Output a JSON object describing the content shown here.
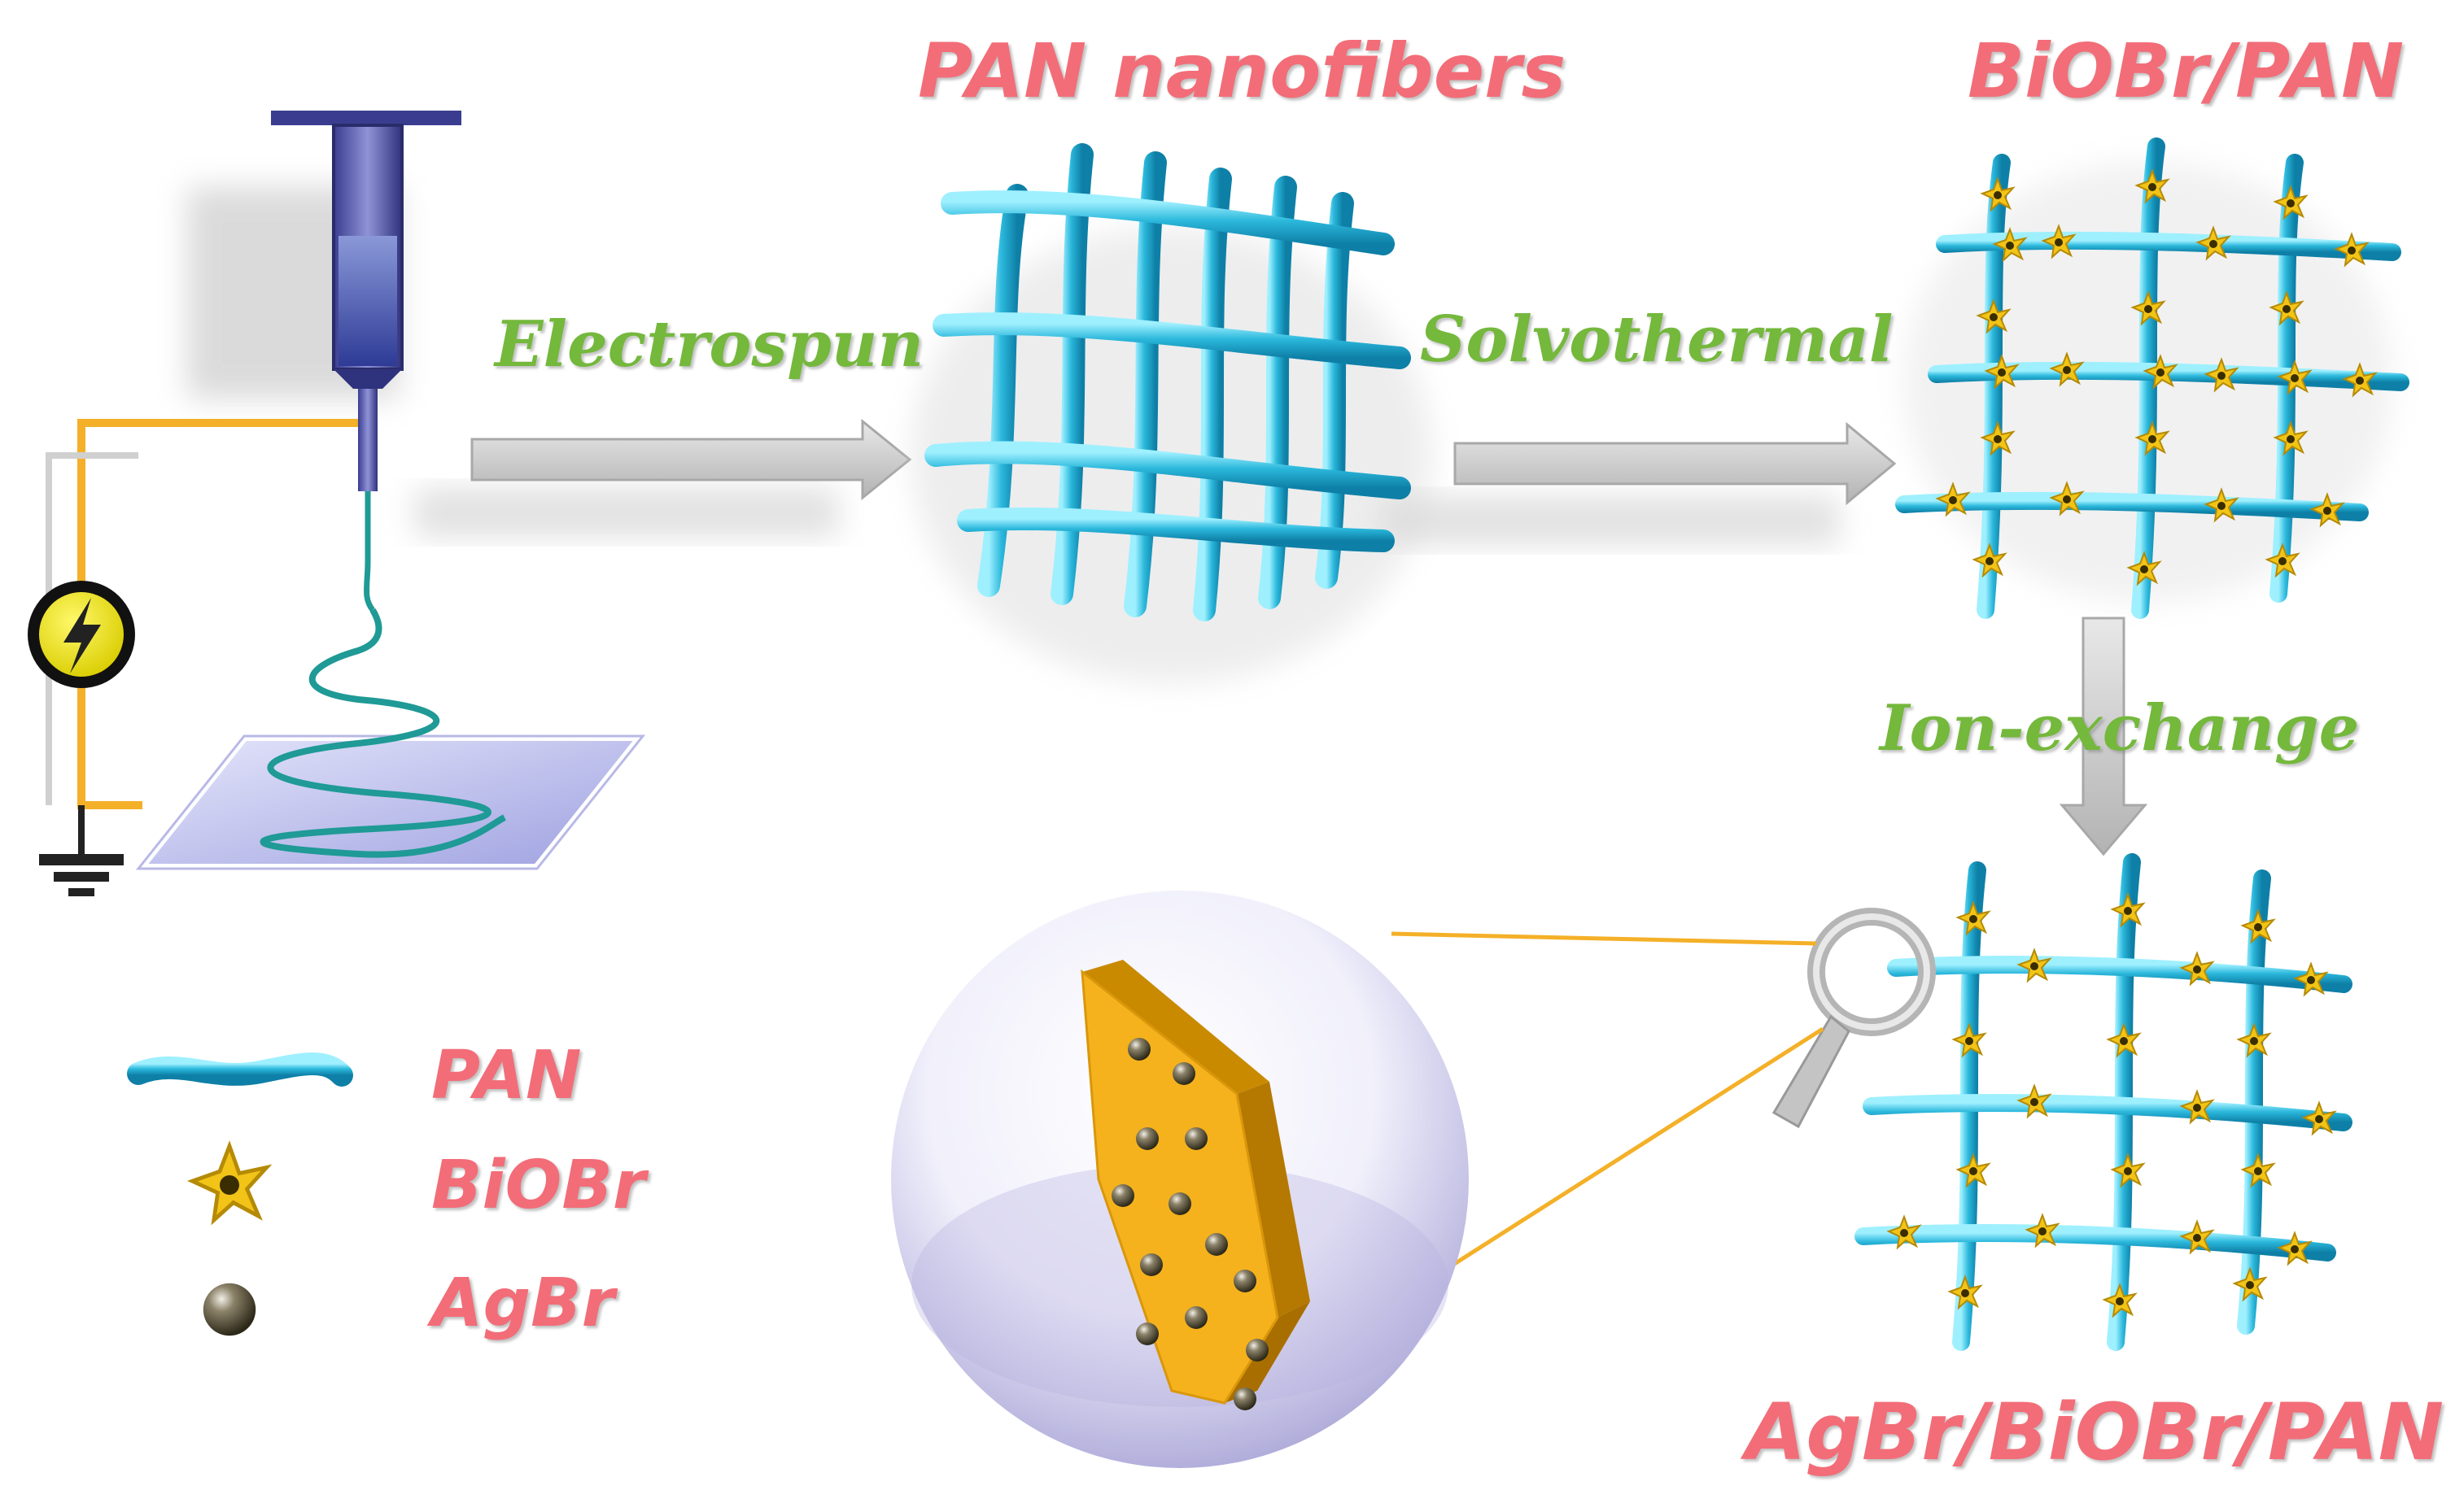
{
  "stages": {
    "pan_nanofibers": "PAN nanofibers",
    "biobr_pan": "BiOBr/PAN",
    "agbr_biobr_pan": "AgBr/BiOBr/PAN"
  },
  "steps": {
    "electrospun": "Electrospun",
    "solvothermal": "Solvothermal",
    "ion_exchange": "Ion-exchange"
  },
  "legend": {
    "pan": "PAN",
    "biobr": "BiOBr",
    "agbr": "AgBr"
  },
  "colors": {
    "fiber": "#2bb8dc",
    "fiber_highlight": "#8fe6fa",
    "biobr": "#f2c417",
    "agbr_plate": "#f5b21c",
    "title": "#f26d78",
    "step": "#74b83c",
    "wire": "#f4b028",
    "arrow": "#c7c7c7"
  },
  "icons": {
    "power_source": "lightning-icon",
    "ground": "ground-icon",
    "magnifier": "magnifier-icon"
  }
}
